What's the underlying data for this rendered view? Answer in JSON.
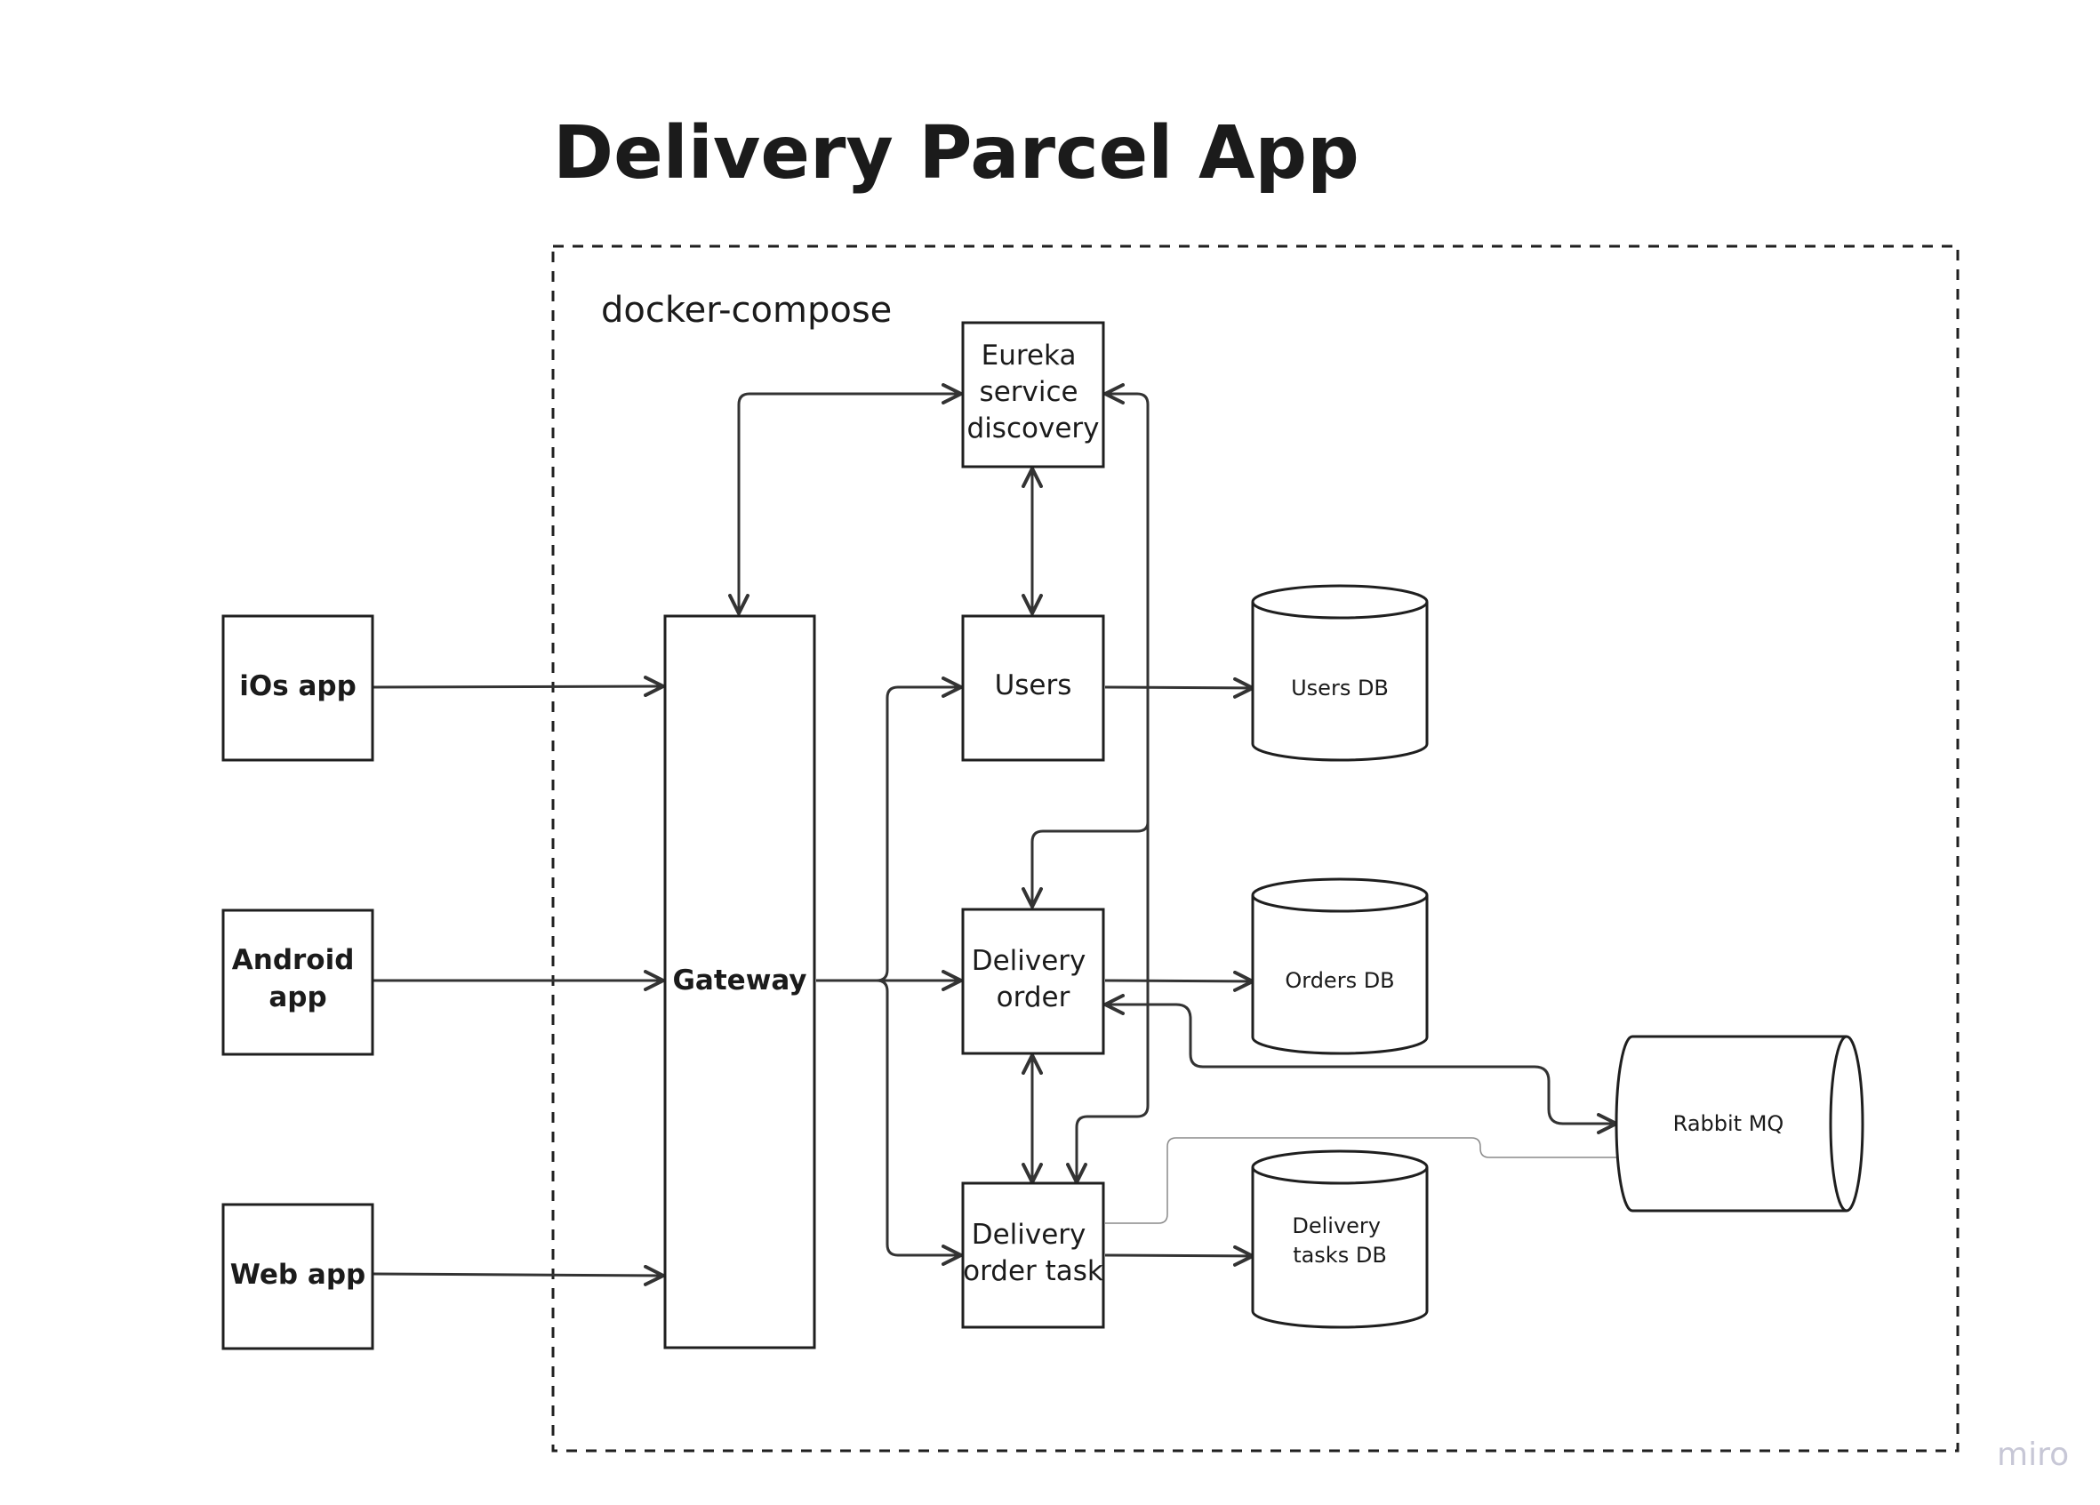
{
  "title": "Delivery Parcel App",
  "container": {
    "label": "docker-compose"
  },
  "clients": {
    "ios": [
      "iOs app"
    ],
    "android": [
      "Android",
      "app"
    ],
    "web": [
      "Web app"
    ]
  },
  "services": {
    "gateway": [
      "Gateway"
    ],
    "eureka": [
      "Eureka",
      "service",
      "discovery"
    ],
    "users": [
      "Users"
    ],
    "delivery_order": [
      "Delivery",
      "order"
    ],
    "delivery_order_task": [
      "Delivery",
      "order task"
    ]
  },
  "databases": {
    "users_db": [
      "Users DB"
    ],
    "orders_db": [
      "Orders DB"
    ],
    "tasks_db": [
      "Delivery",
      "tasks DB"
    ]
  },
  "queue": {
    "rabbit": [
      "Rabbit MQ"
    ]
  },
  "watermark": "miro"
}
